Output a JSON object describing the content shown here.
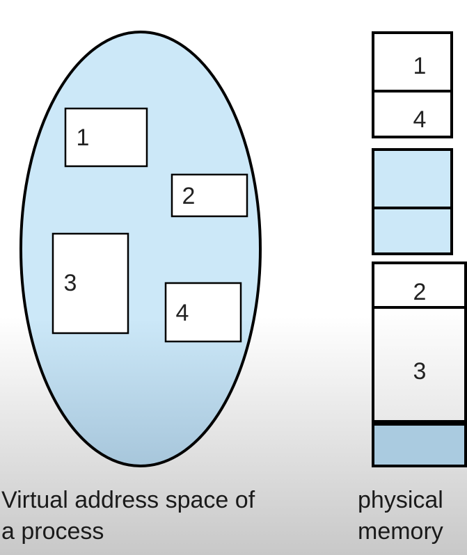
{
  "virtual_space": {
    "caption_line1": "Virtual address space of",
    "caption_line2": "a process",
    "segments": [
      {
        "label": "1"
      },
      {
        "label": "2"
      },
      {
        "label": "3"
      },
      {
        "label": "4"
      }
    ]
  },
  "physical_memory": {
    "caption_line1": "physical",
    "caption_line2": "memory",
    "blocks": [
      {
        "label": "1",
        "fill": "#ffffff"
      },
      {
        "label": "4",
        "fill": "#ffffff"
      },
      {
        "label": "",
        "fill": "#cce8f8"
      },
      {
        "label": "",
        "fill": "#cce8f8"
      },
      {
        "label": "2",
        "fill": "#ffffff"
      },
      {
        "label": "3",
        "fill": "#ffffff"
      },
      {
        "label": "",
        "fill": "#aacbe0"
      }
    ]
  },
  "colors": {
    "free_light_blue": "#cce8f8",
    "free_dark_blue": "#aacbe0",
    "outline": "#000000"
  }
}
